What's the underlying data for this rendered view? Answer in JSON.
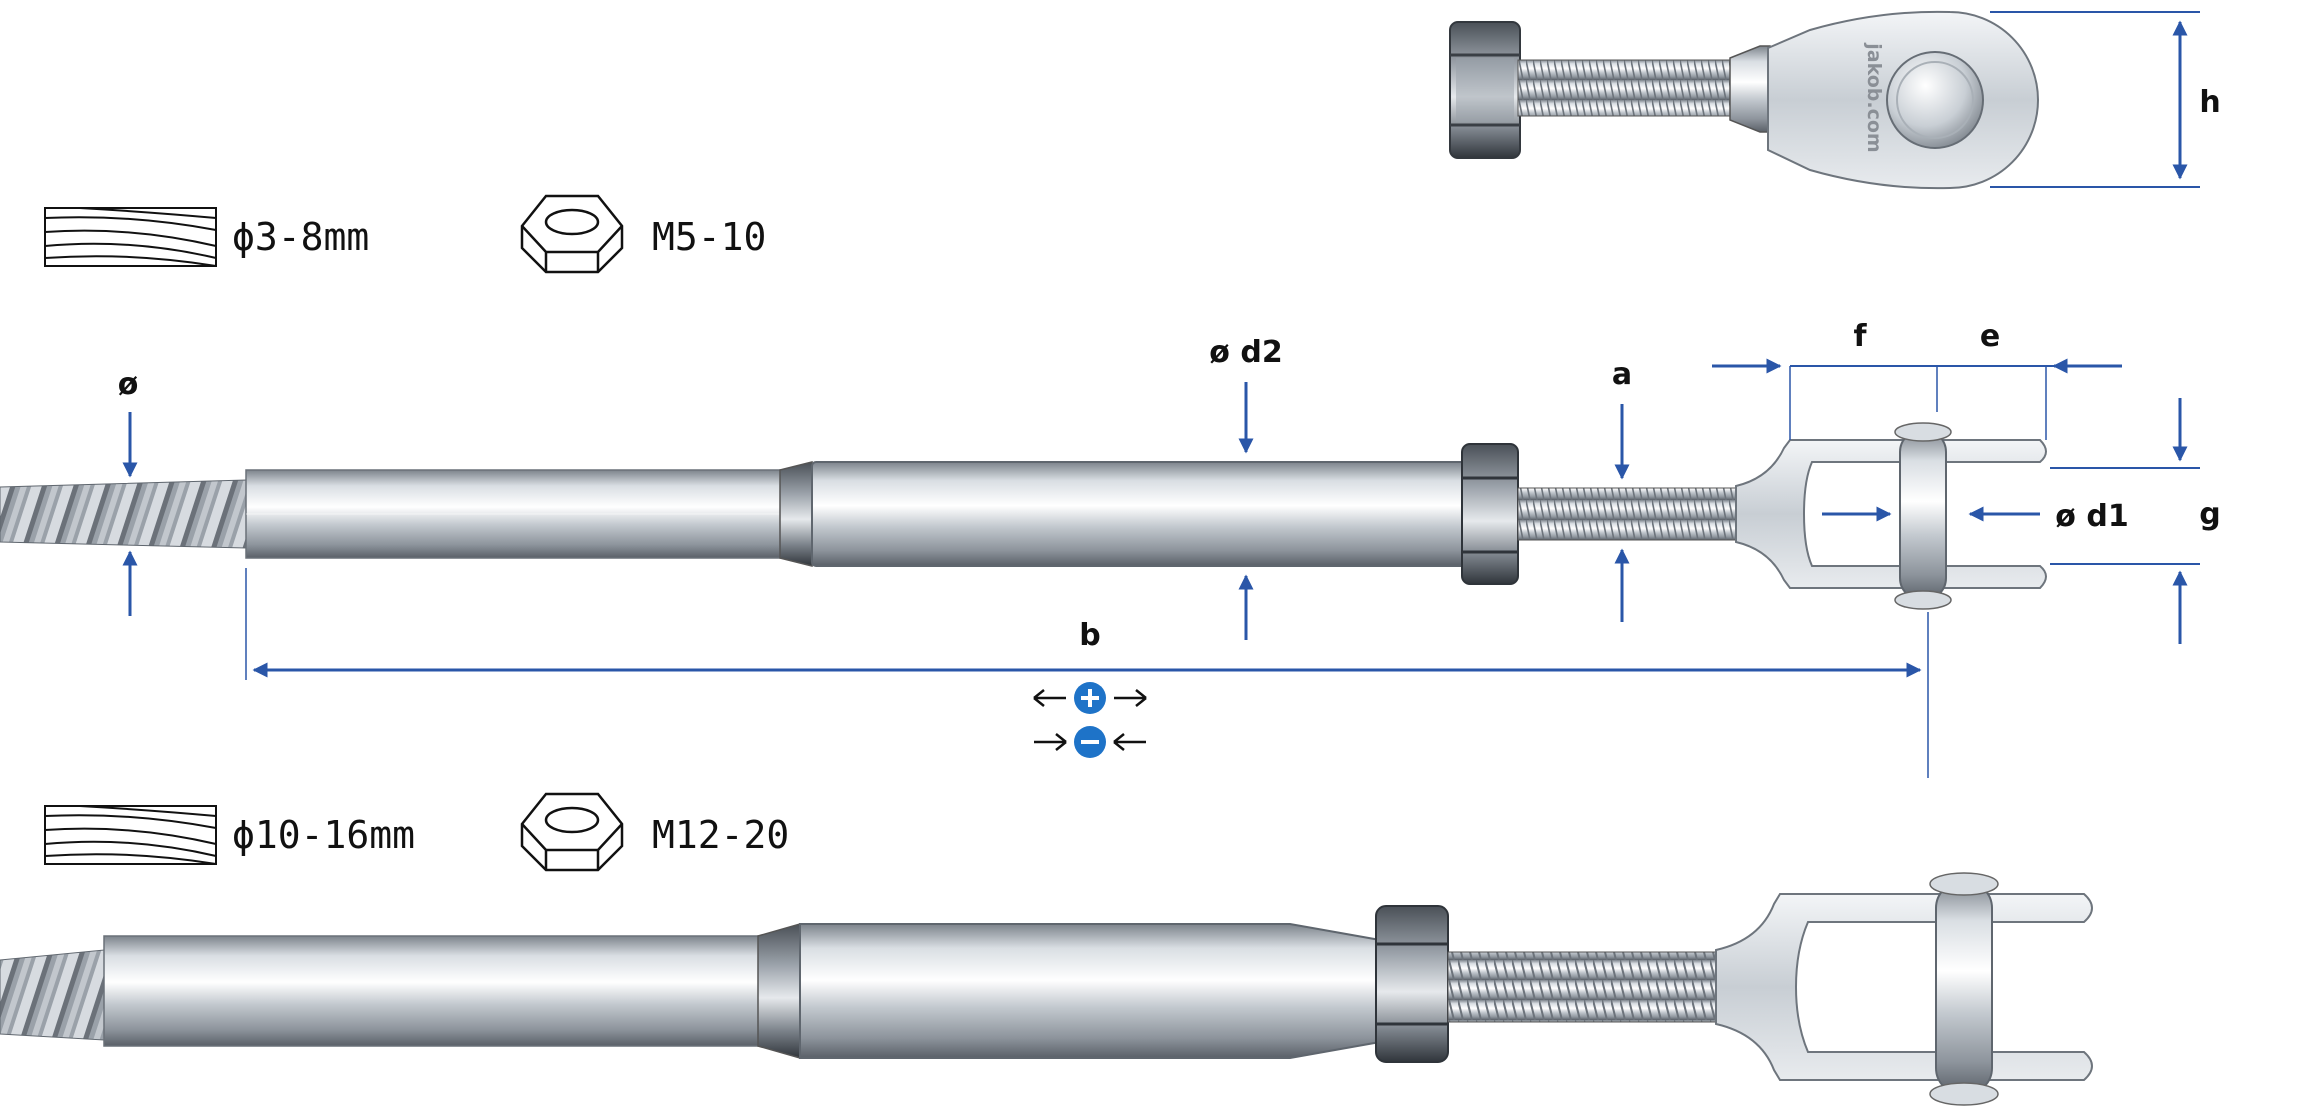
{
  "colors": {
    "dimension_blue": "#2a56a8",
    "plus_minus_blue": "#1e73c8",
    "steel_light": "#eef1f4",
    "steel_mid": "#b7bec6",
    "steel_dark": "#5f666e"
  },
  "small_variant": {
    "wire_spec": "ϕ3-8mm",
    "thread_spec": "M5-10",
    "wire_icon": "wire-rope-icon",
    "nut_icon": "hex-nut-icon"
  },
  "large_variant": {
    "wire_spec": "ϕ10-16mm",
    "thread_spec": "M12-20",
    "wire_icon": "wire-rope-icon",
    "nut_icon": "hex-nut-icon"
  },
  "dimensions": {
    "diameter": "ø",
    "d2": "ø d2",
    "a": "a",
    "f": "f",
    "e": "e",
    "d1": "ø d1",
    "g": "g",
    "b": "b",
    "h": "h"
  },
  "eye_watermark": "jakob.com",
  "adjust_icons": [
    "lengthen-plus-icon",
    "shorten-minus-icon"
  ]
}
